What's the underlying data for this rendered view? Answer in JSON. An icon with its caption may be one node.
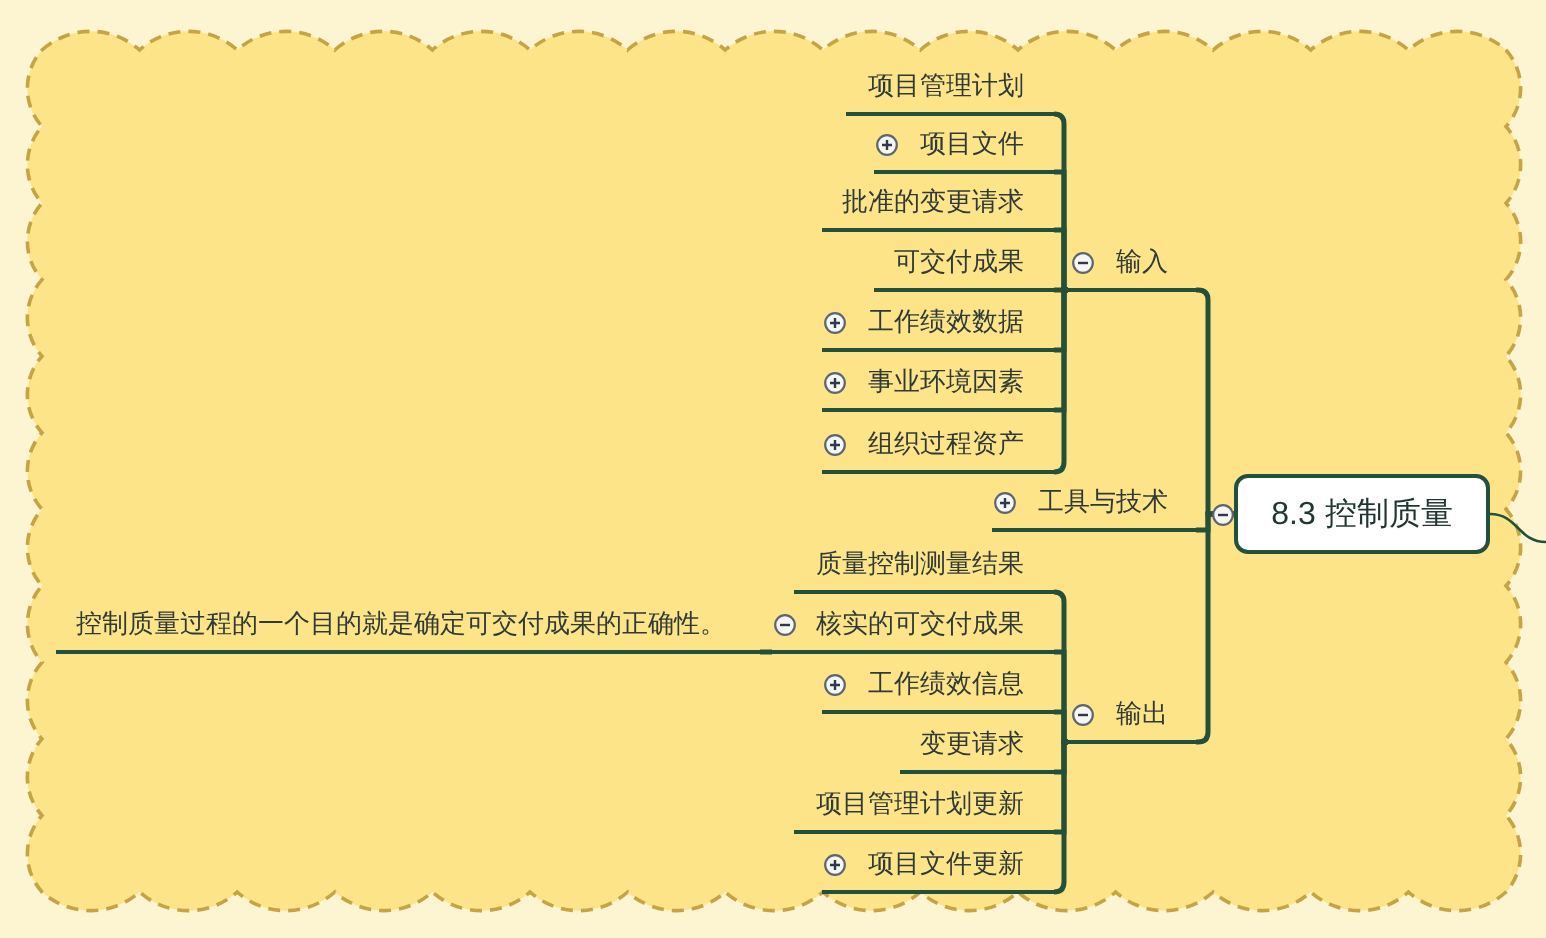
{
  "diagram": {
    "nodes": [
      {
        "text": [],
        "shape": "cloud"
      },
      {
        "text": [
          "8.3 控制质量"
        ],
        "in": 0
      },
      {
        "text": [
          "输入"
        ],
        "in": 0
      },
      {
        "text": [
          "项目管理计划"
        ],
        "in": 0
      },
      {
        "text": [
          "项目文件"
        ],
        "in": 0
      },
      {
        "text": [
          "批准的变更请求"
        ],
        "in": 0
      },
      {
        "text": [
          "可交付成果"
        ],
        "in": 0
      },
      {
        "text": [
          "工作绩效数据"
        ],
        "in": 0
      },
      {
        "text": [
          "事业环境因素"
        ],
        "in": 0
      },
      {
        "text": [
          "组织过程资产"
        ],
        "in": 0
      },
      {
        "text": [
          "工具与技术"
        ],
        "in": 0
      },
      {
        "text": [
          "输出"
        ],
        "in": 0
      },
      {
        "text": [
          "质量控制测量结果"
        ],
        "in": 0
      },
      {
        "text": [
          "核实的可交付成果"
        ],
        "in": 0
      },
      {
        "text": [
          "工作绩效信息"
        ],
        "in": 0
      },
      {
        "text": [
          "变更请求"
        ],
        "in": 0
      },
      {
        "text": [
          "项目管理计划更新"
        ],
        "in": 0
      },
      {
        "text": [
          "项目文件更新"
        ],
        "in": 0
      },
      {
        "text": [
          "控制质量过程的一个目的就是确定可交付成果的正确性。"
        ],
        "in": 0
      }
    ],
    "edges": [
      {
        "from": 1,
        "to": null,
        "arrow": "none"
      },
      {
        "from": 1,
        "to": 2,
        "arrow": "none"
      },
      {
        "from": 1,
        "to": 10,
        "arrow": "none"
      },
      {
        "from": 1,
        "to": 11,
        "arrow": "none"
      },
      {
        "from": 2,
        "to": 3,
        "arrow": "none"
      },
      {
        "from": 2,
        "to": 4,
        "arrow": "none"
      },
      {
        "from": 2,
        "to": 5,
        "arrow": "none"
      },
      {
        "from": 2,
        "to": 6,
        "arrow": "none"
      },
      {
        "from": 2,
        "to": 7,
        "arrow": "none"
      },
      {
        "from": 2,
        "to": 8,
        "arrow": "none"
      },
      {
        "from": 2,
        "to": 9,
        "arrow": "none"
      },
      {
        "from": 11,
        "to": 12,
        "arrow": "none"
      },
      {
        "from": 11,
        "to": 13,
        "arrow": "none"
      },
      {
        "from": 11,
        "to": 14,
        "arrow": "none"
      },
      {
        "from": 11,
        "to": 15,
        "arrow": "none"
      },
      {
        "from": 11,
        "to": 16,
        "arrow": "none"
      },
      {
        "from": 11,
        "to": 17,
        "arrow": "none"
      },
      {
        "from": 13,
        "to": 18,
        "arrow": "none"
      }
    ]
  }
}
